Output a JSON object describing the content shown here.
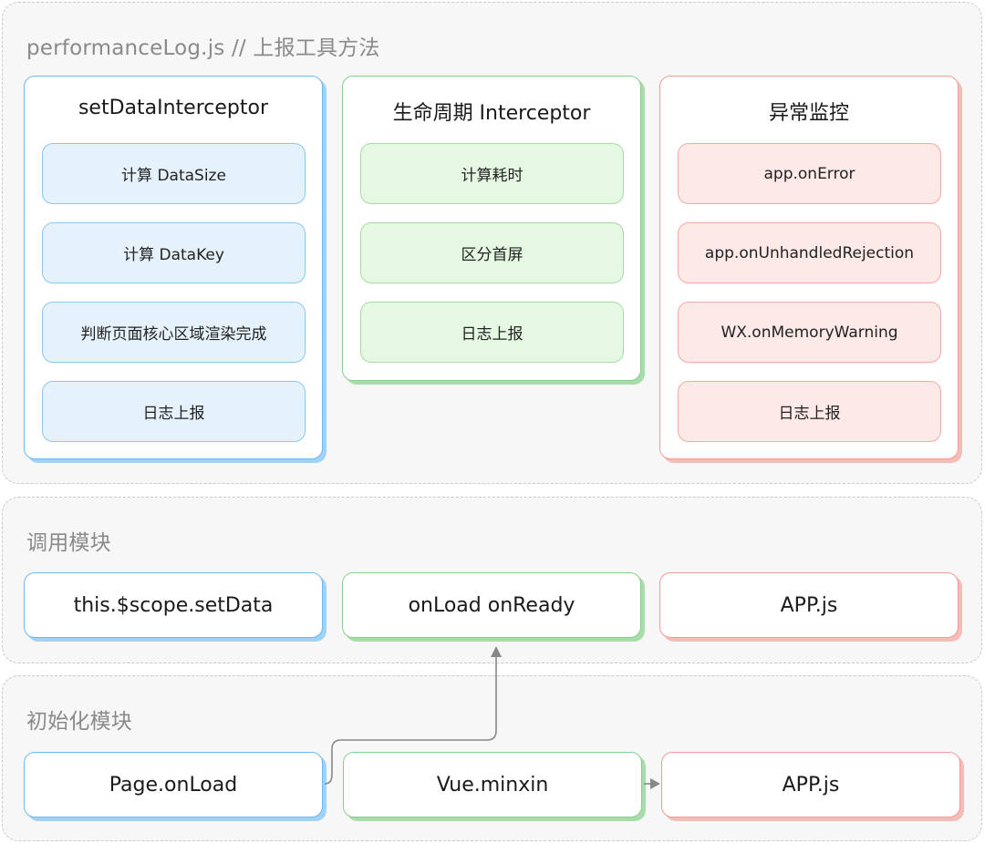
{
  "top_section": {
    "title": "performanceLog.js // 上报工具方法",
    "cards": [
      {
        "title": "setDataInterceptor",
        "items": [
          "计算 DataSize",
          "计算 DataKey",
          "判断页面核心区域渲染完成",
          "日志上报"
        ]
      },
      {
        "title": "生命周期 Interceptor",
        "items": [
          "计算耗时",
          "区分首屏",
          "日志上报"
        ]
      },
      {
        "title": "异常监控",
        "items": [
          "app.onError",
          "app.onUnhandledRejection",
          "WX.onMemoryWarning",
          "日志上报"
        ]
      }
    ]
  },
  "middle_section": {
    "title": "调用模块",
    "boxes": [
      "this.$scope.setData",
      "onLoad onReady",
      "APP.js"
    ]
  },
  "bottom_section": {
    "title": "初始化模块",
    "boxes": [
      "Page.onLoad",
      "Vue.minxin",
      "APP.js"
    ]
  },
  "colors": {
    "blue": "#6bb9f0",
    "green": "#86cf8a",
    "red": "#f19a94",
    "connector": "#888888"
  }
}
